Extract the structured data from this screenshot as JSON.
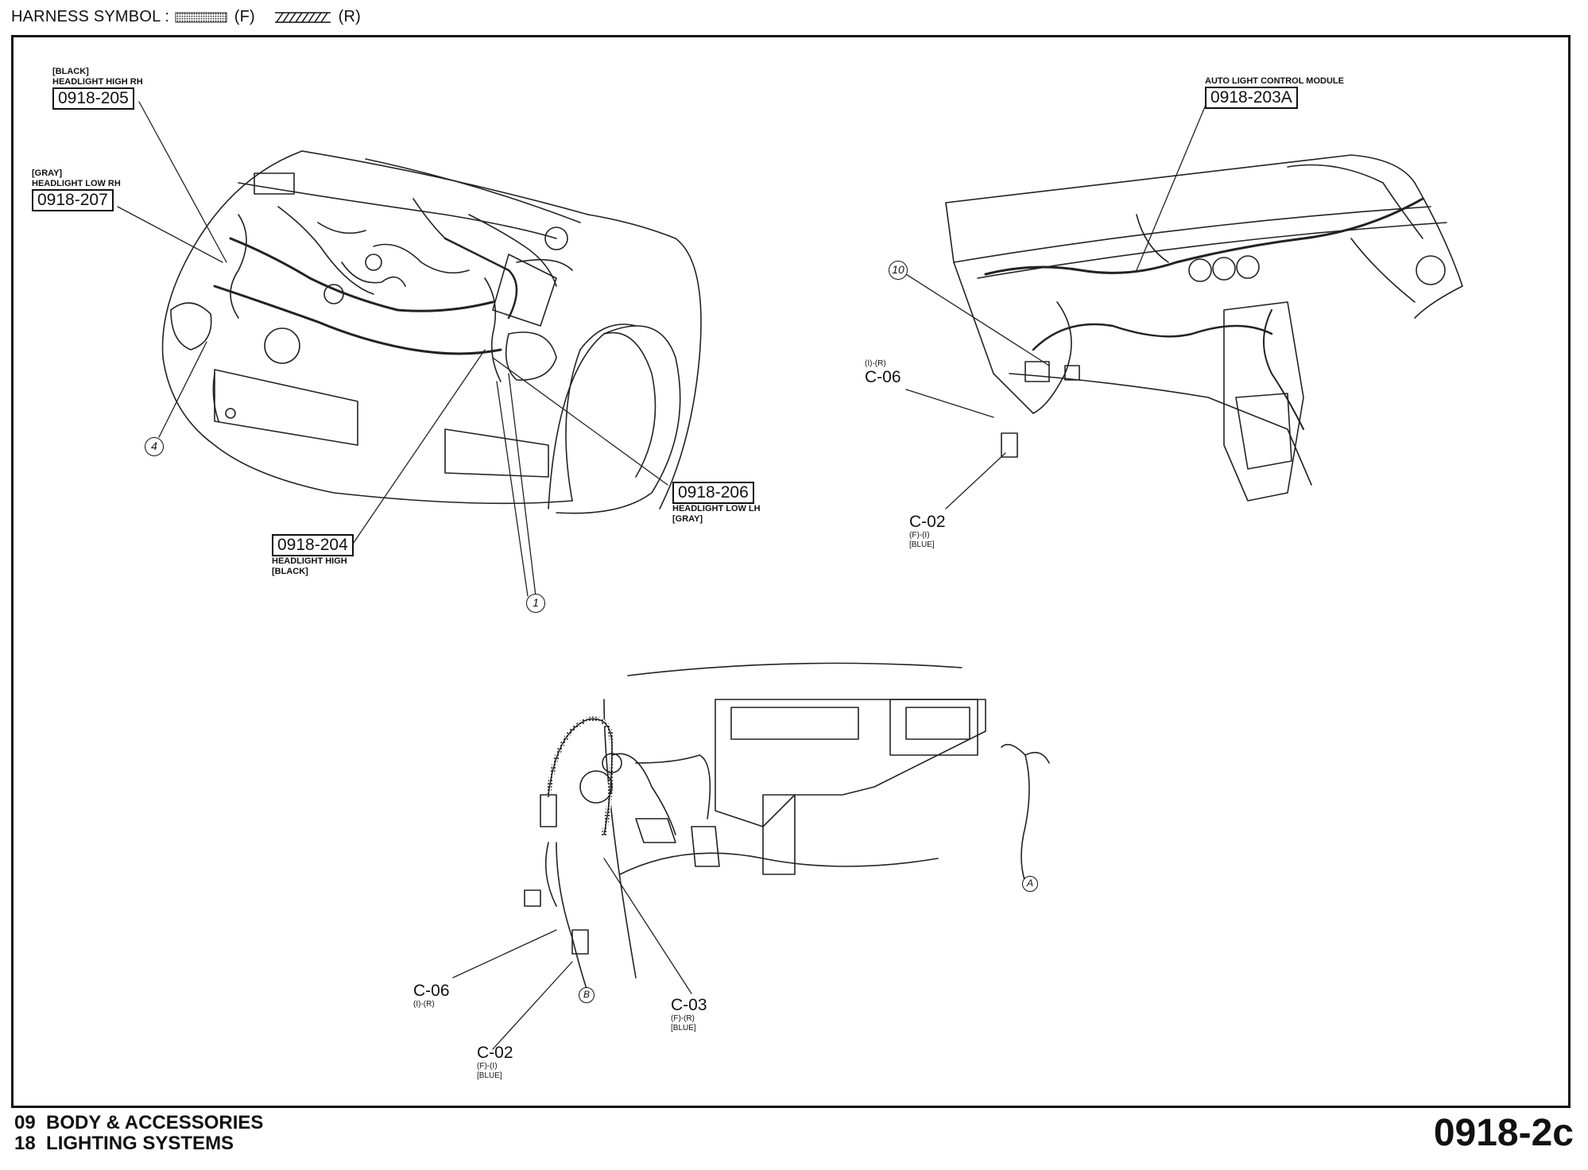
{
  "header": {
    "title": "HARNESS SYMBOL :",
    "front_symbol": "(F)",
    "rear_symbol": "(R)"
  },
  "engine_bay": {
    "hl_high_rh": {
      "color": "[BLACK]",
      "name": "HEADLIGHT HIGH RH",
      "code": "0918-205"
    },
    "hl_low_rh": {
      "color": "[GRAY]",
      "name": "HEADLIGHT LOW RH",
      "code": "0918-207"
    },
    "hl_high": {
      "code": "0918-204",
      "name": "HEADLIGHT HIGH",
      "color": "[BLACK]"
    },
    "hl_low_lh": {
      "code": "0918-206",
      "name": "HEADLIGHT LOW LH",
      "color": "[GRAY]"
    },
    "callout_4": "4",
    "callout_1": "1"
  },
  "dashboard": {
    "auto_light": {
      "name": "AUTO LIGHT CONTROL MODULE",
      "code": "0918-203A"
    },
    "callout_10": "10",
    "c06": {
      "sub": "(I)-(R)",
      "code": "C-06"
    },
    "c02": {
      "code": "C-02",
      "sub": "(F)-(I)",
      "color": "[BLUE]"
    }
  },
  "cabin": {
    "c06": {
      "code": "C-06",
      "sub": "(I)-(R)"
    },
    "c03": {
      "code": "C-03",
      "sub": "(F)-(R)",
      "color": "[BLUE]"
    },
    "c02": {
      "code": "C-02",
      "sub": "(F)-(I)",
      "color": "[BLUE]"
    },
    "callout_a": "A",
    "callout_b": "B"
  },
  "footer": {
    "line1_num": "09",
    "line1_text": "BODY & ACCESSORIES",
    "line2_num": "18",
    "line2_text": "LIGHTING SYSTEMS",
    "page_code": "0918-2c"
  }
}
